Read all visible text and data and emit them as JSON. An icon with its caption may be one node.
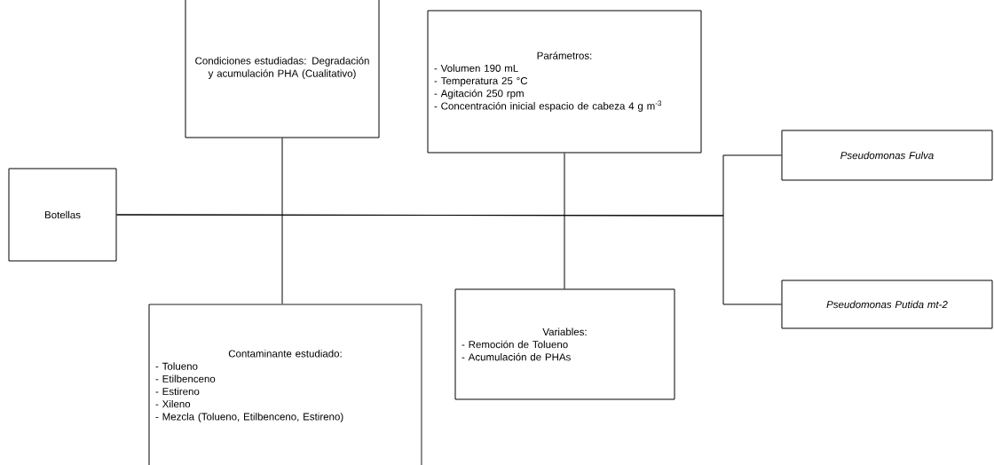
{
  "diagram": {
    "nodes": [
      {
        "text": [
          "Botellas"
        ]
      },
      {
        "text": [
          "Condiciones estudiadas: Degradación y acumulación PHA (Cualitativo)"
        ]
      },
      {
        "text": [
          "Parámetros:",
          "- Volumen 190 mL",
          "- Temperatura 25 °C",
          "- Agitación 250 rpm",
          "- Concentración inicial espacio de cabeza 4 g m$^{-3}$"
        ]
      },
      {
        "text": [
          "Pseudomonas Fulva"
        ]
      },
      {
        "text": [
          "Pseudomonas Putida mt-2"
        ]
      },
      {
        "text": [
          "Contaminante estudiado:",
          "- Tolueno",
          "- Etilbenceno",
          "- Estireno",
          "- Xileno",
          "- Mezcla (Tolueno, Etilbenceno, Estireno)"
        ]
      },
      {
        "text": [
          "Variables:",
          "- Remoción de Tolueno",
          "- Acumulación de PHAs"
        ]
      }
    ],
    "edges": [
      {
        "from": 0,
        "to": 3,
        "arrow": "none"
      },
      {
        "from": 0,
        "to": 4,
        "arrow": "none"
      },
      {
        "from": 1,
        "to": 5,
        "arrow": "none"
      },
      {
        "from": 2,
        "to": 6,
        "arrow": "none"
      }
    ]
  }
}
